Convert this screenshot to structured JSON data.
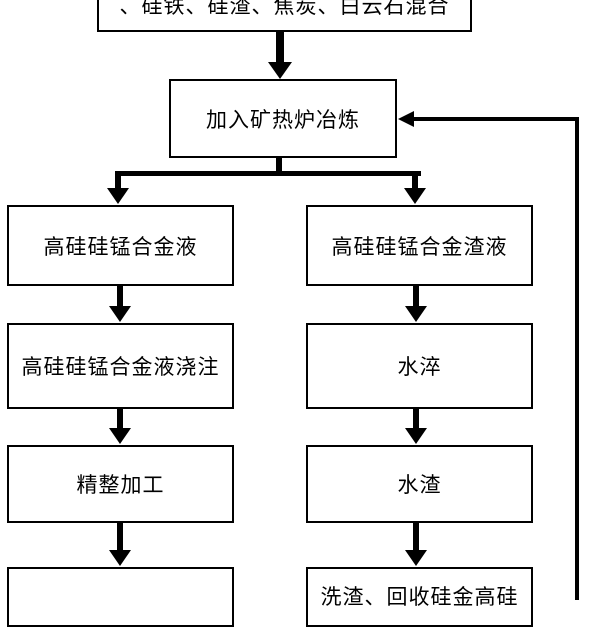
{
  "nodes": {
    "raw_materials": "、硅铁、硅渣、焦炭、白云石混合",
    "smelting": "加入矿热炉冶炼",
    "alloy_liquid": "高硅硅锰合金液",
    "slag_liquid": "高硅硅锰合金渣液",
    "casting": "高硅硅锰合金液浇注",
    "water_quench": "水淬",
    "finishing": "精整加工",
    "water_slag": "水渣",
    "product": "",
    "slag_recovery": "洗渣、回收硅金高硅"
  }
}
